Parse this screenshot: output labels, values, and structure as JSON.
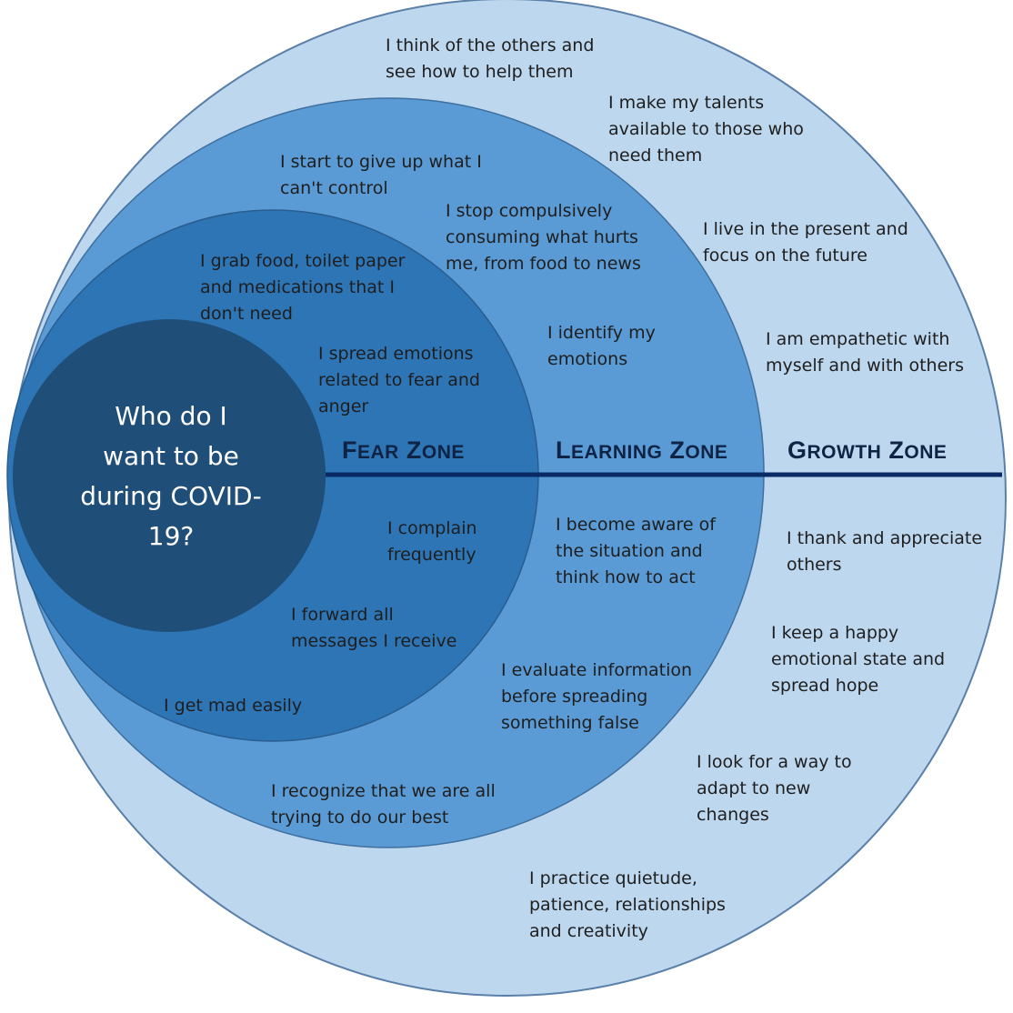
{
  "center_question": "Who do I\nwant to be\nduring COVID-\n19?",
  "zones": {
    "fear": "Fear Zone",
    "learning": "Learning Zone",
    "growth": "Growth Zone"
  },
  "colors": {
    "growth_ring": "#bdd7ee",
    "learning_ring": "#5b9bd5",
    "fear_ring": "#2e75b6",
    "center_circle": "#1f4e79",
    "divider_line": "#0a2a66"
  },
  "statements": {
    "growth_help_others": "I think of the others and\nsee how to help them",
    "growth_talents": "I make my talents\navailable to those who\nneed them",
    "growth_present": "I live in the present and\nfocus on the future",
    "growth_empathetic": "I am empathetic with\nmyself and with others",
    "growth_thank": "I thank and appreciate\nothers",
    "growth_happy": "I keep a happy\nemotional state and\nspread hope",
    "growth_adapt": "I look for a way to\nadapt to new\nchanges",
    "growth_quietude": "I practice quietude,\npatience, relationships\nand creativity",
    "learning_give_up": "I start to give up what I\ncan't control",
    "learning_stop_consuming": "I stop compulsively\nconsuming what hurts\nme, from food to news",
    "learning_identify": "I identify my\nemotions",
    "learning_aware": "I become aware of\nthe situation and\nthink how to act",
    "learning_evaluate": "I evaluate information\nbefore spreading\nsomething false",
    "learning_recognize": "I recognize that we are all\ntrying to do our best",
    "fear_grab_food": "I grab food, toilet paper\nand medications that I\ndon't need",
    "fear_spread_emotions": "I spread emotions\nrelated to fear and\nanger",
    "fear_complain": "I complain\nfrequently",
    "fear_forward": "I forward all\nmessages I receive",
    "fear_mad": "I get mad easily"
  }
}
